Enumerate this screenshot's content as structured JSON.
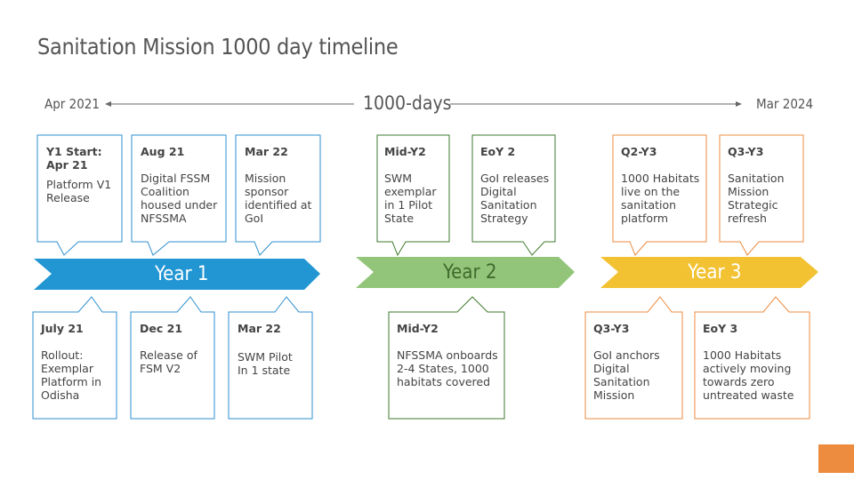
{
  "title": "Sanitation Mission 1000 day timeline",
  "span": {
    "start": "Apr 2021",
    "center": "1000-days",
    "end": "Mar 2024"
  },
  "colors": {
    "year1": "#2196D3",
    "year2": "#92C57A",
    "year3": "#F2C232",
    "accent": "#ED8B3F"
  },
  "years": [
    {
      "label": "Year 1"
    },
    {
      "label": "Year 2"
    },
    {
      "label": "Year 3"
    }
  ],
  "top_boxes": [
    {
      "head": "Y1 Start:\nApr 21",
      "body": "Platform V1\nRelease"
    },
    {
      "head": "Aug 21",
      "body": "Digital FSSM\nCoalition\nhoused under\nNFSSMA"
    },
    {
      "head": "Mar 22",
      "body": "Mission\nsponsor\nidentified at\nGoI"
    },
    {
      "head": "Mid-Y2",
      "body": "SWM\nexemplar\nin 1 Pilot\nState"
    },
    {
      "head": "EoY 2",
      "body": "GoI releases\nDigital\nSanitation\nStrategy"
    },
    {
      "head": "Q2-Y3",
      "body": "1000 Habitats\nlive on the\nsanitation\nplatform"
    },
    {
      "head": "Q3-Y3",
      "body": "Sanitation\nMission\nStrategic\nrefresh"
    }
  ],
  "bottom_boxes": [
    {
      "head": "July 21",
      "body": "Rollout:\nExemplar\nPlatform in\nOdisha"
    },
    {
      "head": "Dec 21",
      "body": "Release of\nFSM V2"
    },
    {
      "head": "Mar 22",
      "body": "SWM Pilot\nIn 1 state"
    },
    {
      "head": "Mid-Y2",
      "body": "NFSSMA onboards\n2-4 States, 1000\nhabitats covered"
    },
    {
      "head": "Q3-Y3",
      "body": "GoI anchors\nDigital\nSanitation\nMission"
    },
    {
      "head": "EoY 3",
      "body": "1000 Habitats\nactively moving\ntowards zero\nuntreated waste"
    }
  ]
}
